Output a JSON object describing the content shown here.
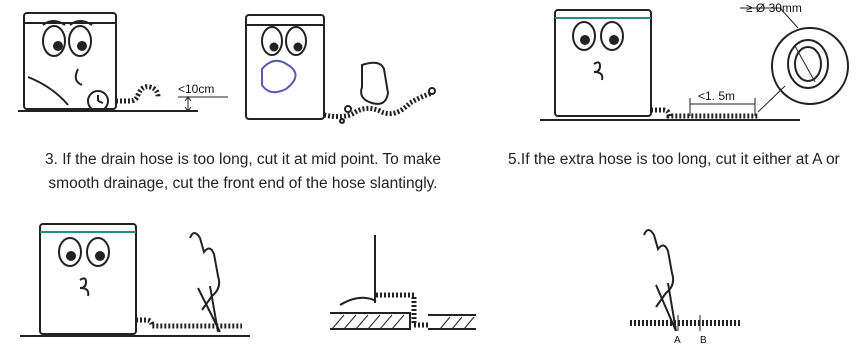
{
  "captions": {
    "step3_line1": "3. If the drain hose is too long, cut it at mid point. To make",
    "step3_line2": "smooth drainage, cut the front end of the hose slantingly.",
    "step5_line1": "5.If the extra hose is too long, cut it either at A or"
  },
  "labels": {
    "height_limit": "<10cm",
    "length_limit": "<1. 5m",
    "diameter": "≥ Ø 30mm",
    "cut_point_a": "A",
    "cut_point_b": "B"
  }
}
